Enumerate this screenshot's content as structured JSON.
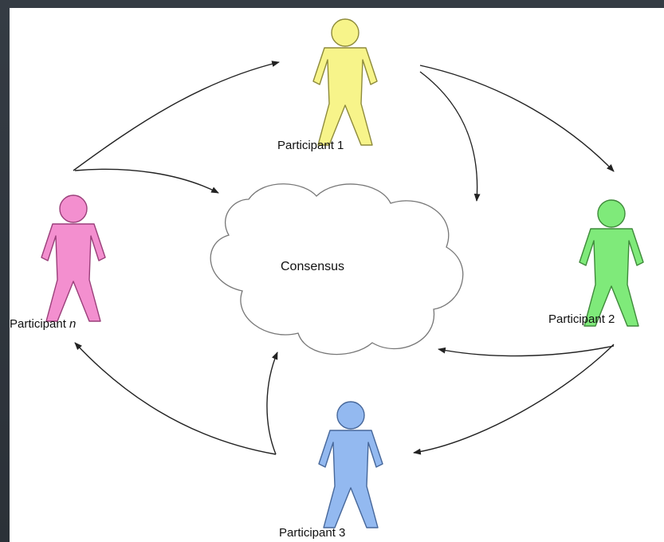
{
  "diagram": {
    "center_label": "Consensus",
    "participants": [
      {
        "id": "p1",
        "name": "Participant",
        "suffix": "1",
        "suffix_italic": false,
        "color": "#f7f48a",
        "stroke": "#8d8a3a"
      },
      {
        "id": "p2",
        "name": "Participant",
        "suffix": "2",
        "suffix_italic": false,
        "color": "#7fea7a",
        "stroke": "#3e8a3a"
      },
      {
        "id": "p3",
        "name": "Participant",
        "suffix": "3",
        "suffix_italic": false,
        "color": "#93b9f0",
        "stroke": "#46679a"
      },
      {
        "id": "pn",
        "name": "Participant",
        "suffix": "n",
        "suffix_italic": true,
        "color": "#f38fcf",
        "stroke": "#9a3f7a"
      }
    ]
  }
}
